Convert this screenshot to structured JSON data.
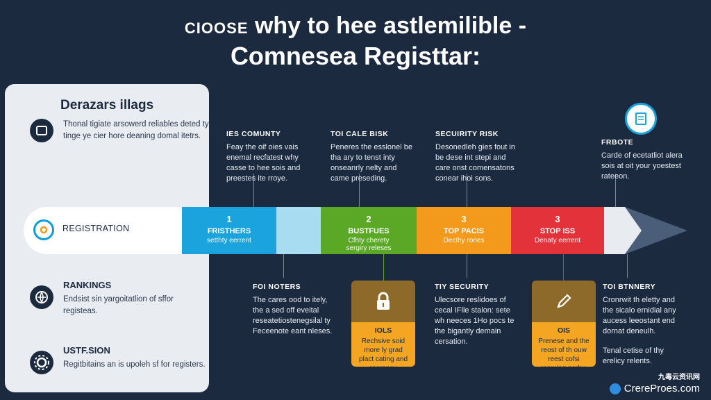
{
  "title": {
    "line1_small": "CIOOSE",
    "line1_main": "why to hee astlemilible -",
    "line2": "Comnesea Registtar:"
  },
  "panel": {
    "title": "Derazars illags",
    "items": [
      {
        "icon": "document-icon",
        "head": "",
        "text": "Thonal tigiate arsowerd reliables deted ty tinge ye cier hore deaning domal itetrs."
      },
      {
        "icon": "globe-icon",
        "head": "RANKINGS",
        "text": "Endsist sin yargoitatlion of sffor registeas."
      },
      {
        "icon": "gear-icon",
        "head": "USTF.SION",
        "text": "Regitbitains an is upoleh sf for registers."
      }
    ]
  },
  "timeline": {
    "start_label": "REGISTRATION",
    "segments": [
      {
        "num": "1",
        "label": "FRISTHERS",
        "sub": "setthty eerrent",
        "color": "#1aa3dc"
      },
      {
        "num": "2",
        "label": "BUSTFUES",
        "sub": "Cfhty cherety",
        "sub2": "sergiry releses",
        "color": "#5aa826"
      },
      {
        "num": "3",
        "label": "TOP PACIS",
        "sub": "Decthy rones",
        "color": "#f39a1d"
      },
      {
        "num": "3",
        "label": "STOP ISS",
        "sub": "Denaty eerrent",
        "color": "#e3323a"
      }
    ]
  },
  "top_columns": [
    {
      "head": "IES COMUNTY",
      "text": "Feay the oif oies vais enemal recfatest why casse to hee sois and preestes ite rroye."
    },
    {
      "head": "TOI CALE BISK",
      "text": "Peneres the esslonel be tha ary to tenst inty onseanrly nelty and came preseding."
    },
    {
      "head": "SECUIRITY RISK",
      "text": "Desonedleh gies fout in be dese int stepi and care onst comensatons conear ihoi sons."
    },
    {
      "head": "FRBOTE",
      "text": "Carde of ecetatliot alera sois at oit your yoestest rateeon."
    }
  ],
  "bottom_columns": [
    {
      "head": "FOI NOTERS",
      "text": "The cares ood to itely, the a sed off eveital reseatetiostenegsilal ty Feceenote eant nleses."
    },
    {
      "head": "TIY SECURITY",
      "text": "Ulecsore reslidoes of cecal IFlle stalon: sete wh neeces 1Ho pocs te the bigantly demain cersation."
    },
    {
      "head": "TOI BTNNERY",
      "text": "Cronrwit th eletty and the sicalo ernidial any aucess leeostant end dornat deneulh."
    }
  ],
  "bottom_note": "Tenal cetise of thy erelicy relents.",
  "cards": [
    {
      "icon": "lock-icon",
      "head": "IOLS",
      "text": "Rechsive soid more ly grad plact cating and reerency",
      "top_color": "#8d6a2a",
      "bottom_color": "#f4a623"
    },
    {
      "icon": "pencil-icon",
      "head": "OIS",
      "text": "Prenese and the reost of th ouw reest cofsi reoming nerby.",
      "top_color": "#8d6a2a",
      "bottom_color": "#f4a623"
    }
  ],
  "watermark": {
    "cn": "九毒云资讯网",
    "main": "CrereProes.com"
  },
  "colors": {
    "background": "#1c2a3f",
    "blue": "#1aa3dc",
    "green": "#5aa826",
    "orange": "#f39a1d",
    "red": "#e3323a"
  }
}
